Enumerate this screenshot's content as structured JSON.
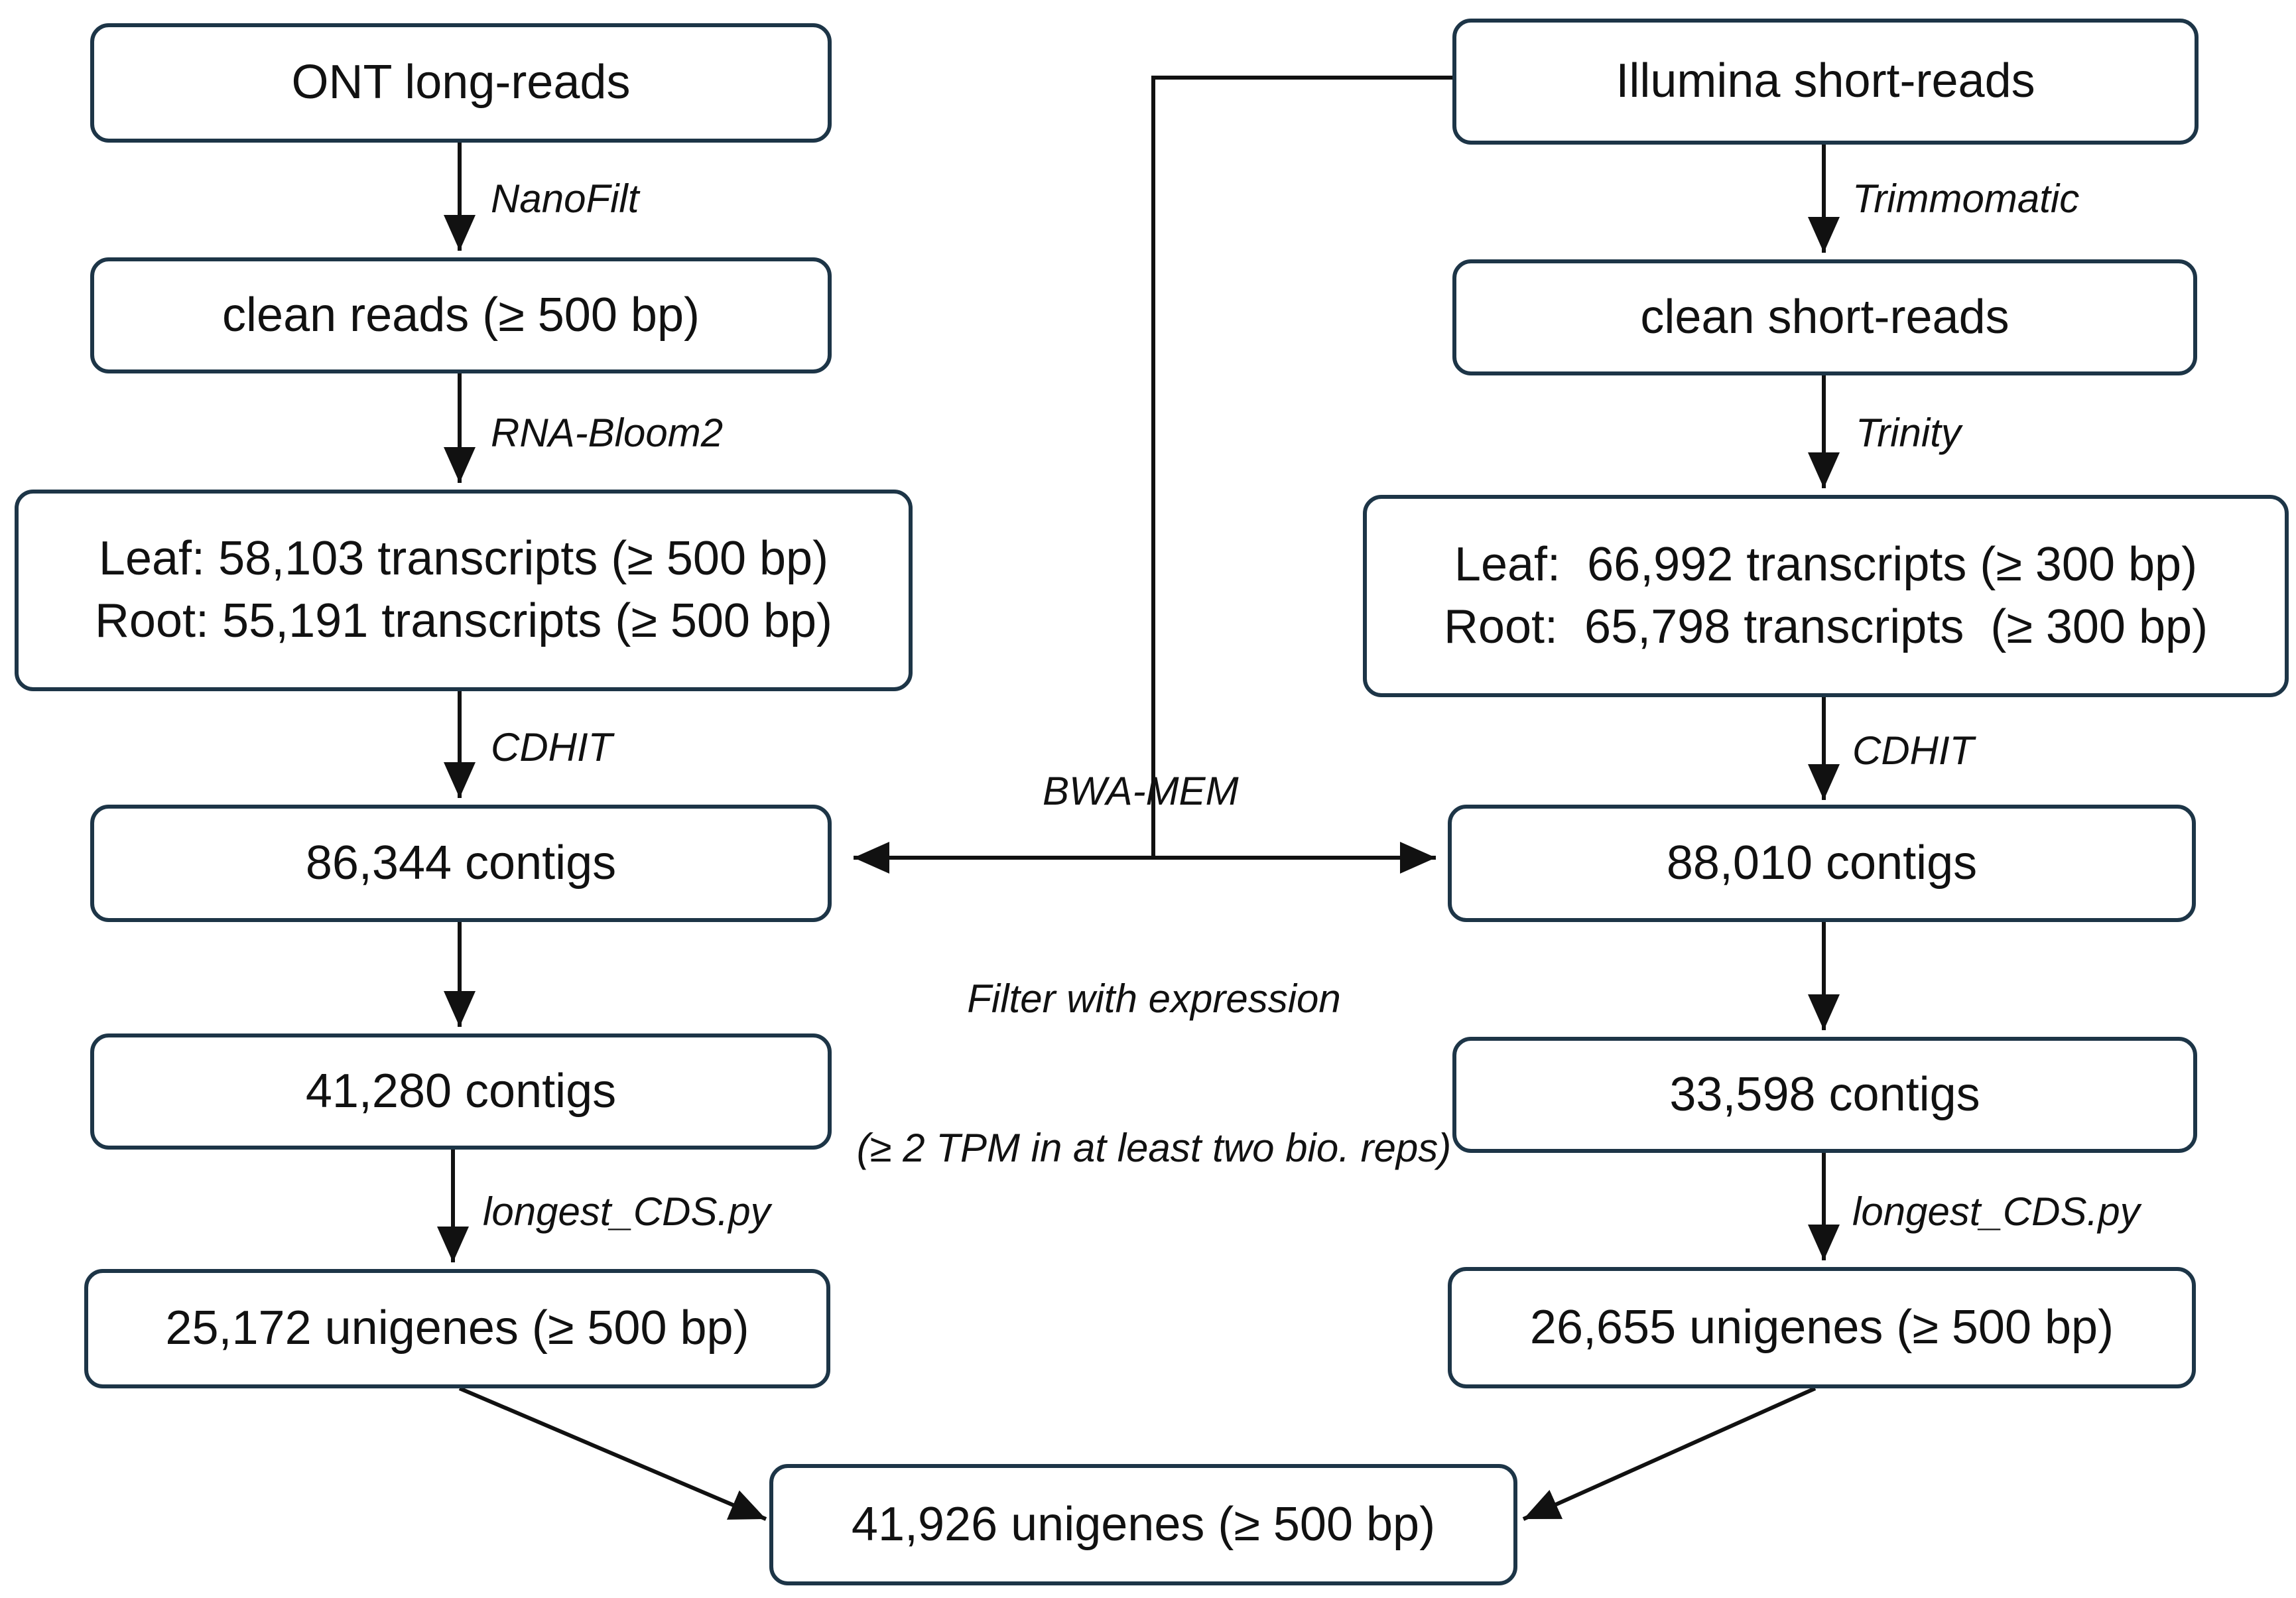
{
  "left": {
    "raw": "ONT long-reads",
    "step1_tool": "NanoFilt",
    "clean": "clean reads (≥ 500 bp)",
    "step2_tool": "RNA-Bloom2",
    "transcripts": [
      "Leaf: 58,103 transcripts (≥ 500 bp)",
      "Root: 55,191 transcripts (≥ 500 bp)"
    ],
    "step3_tool": "CDHIT",
    "contigs": "86,344 contigs",
    "filtered": "41,280 contigs",
    "step4_tool": "longest_CDS.py",
    "unigenes": "25,172 unigenes (≥ 500 bp)"
  },
  "right": {
    "raw": "Illumina short-reads",
    "step1_tool": "Trimmomatic",
    "clean": "clean short-reads",
    "step2_tool": "Trinity",
    "transcripts": [
      "Leaf:  66,992 transcripts (≥ 300 bp)",
      "Root:  65,798 transcripts  (≥ 300 bp)"
    ],
    "step3_tool": "CDHIT",
    "contigs": "88,010 contigs",
    "filtered": "33,598 contigs",
    "step4_tool": "longest_CDS.py",
    "unigenes": "26,655 unigenes (≥ 500 bp)"
  },
  "center": {
    "mapper": "BWA-MEM",
    "filter_line1": "Filter with expression",
    "filter_line2": "(≥ 2 TPM in at least two bio. reps)"
  },
  "final": "41,926 unigenes (≥ 500 bp)"
}
